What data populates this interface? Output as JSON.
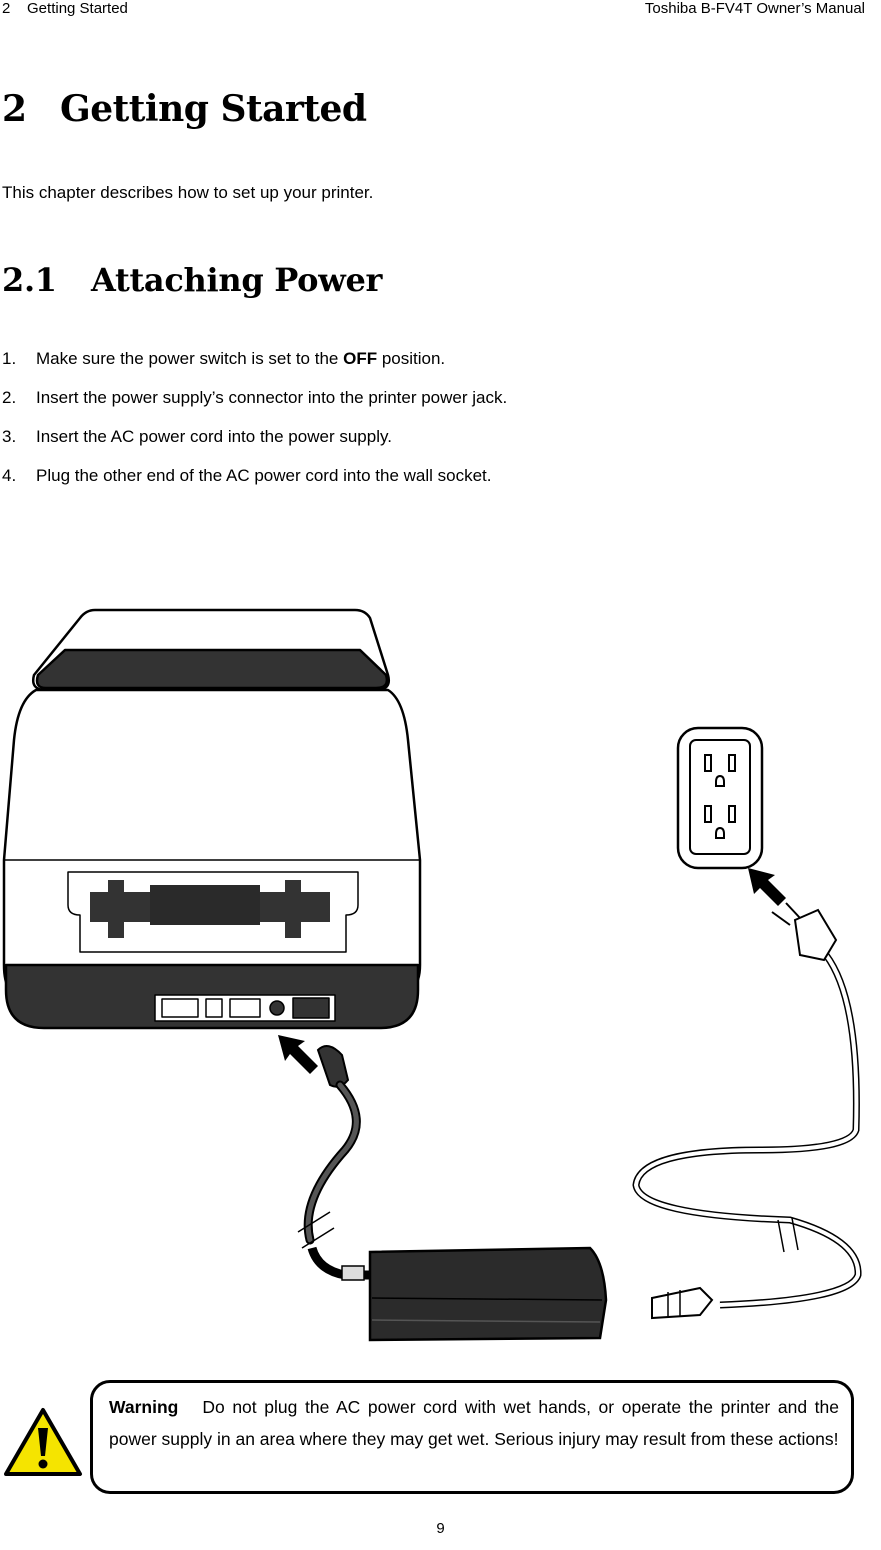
{
  "header": {
    "section": "2    Getting Started",
    "manual_title": "Toshiba B-FV4T Owner’s Manual"
  },
  "chapter": {
    "number": "2",
    "title": "Getting Started",
    "intro": "This chapter describes how to set up your printer."
  },
  "section": {
    "number": "2.1",
    "title": "Attaching Power"
  },
  "steps": [
    {
      "num": "1.",
      "pre": "Make sure the power switch is set to the ",
      "bold": "OFF",
      "post": " position."
    },
    {
      "num": "2.",
      "text": "Insert the power supply’s connector into the printer power jack."
    },
    {
      "num": "3.",
      "text": "Insert the AC power cord into the power supply."
    },
    {
      "num": "4.",
      "text": "Plug the other end of the AC power cord into the wall socket."
    }
  ],
  "figure": {
    "icons": [
      "printer-illustration",
      "power-adapter-icon",
      "dc-plug-icon",
      "ac-plug-icon",
      "wall-outlet-icon",
      "arrow-icon"
    ]
  },
  "warning": {
    "label": "Warning",
    "text": "Do not plug the AC power cord with wet hands, or operate the printer and the power supply in an area where they may get wet. Serious injury may result from these actions!",
    "icon": "warning-triangle-icon",
    "icon_color": "#f5e400"
  },
  "page_number": "9"
}
